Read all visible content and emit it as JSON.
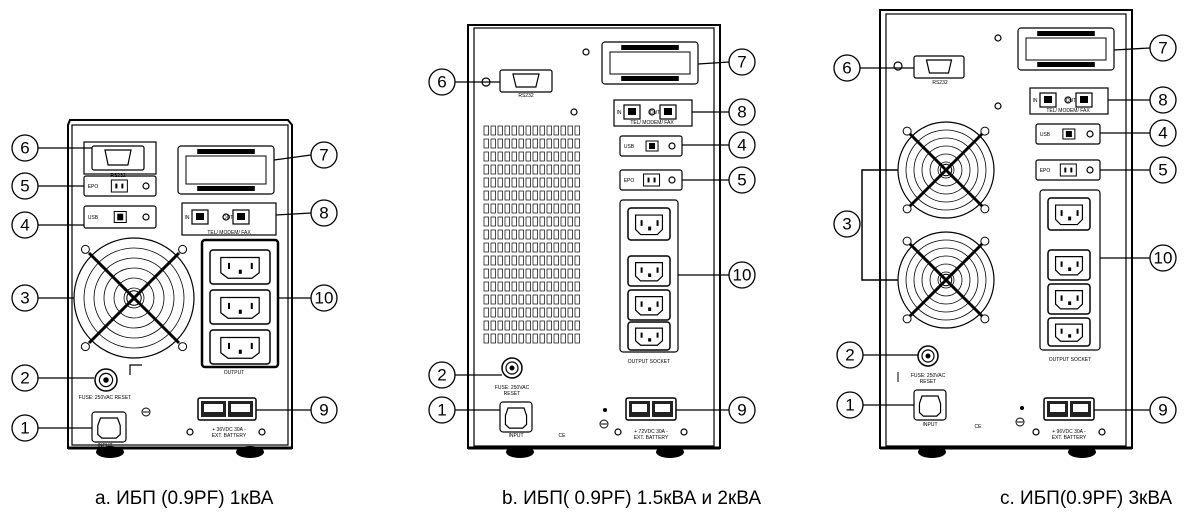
{
  "captions": {
    "a": "a. ИБП (0.9PF) 1кВА",
    "b": "b. ИБП( 0.9PF) 1.5кВА и 2кВА",
    "c": "c. ИБП(0.9PF) 3кВА"
  },
  "callouts": [
    "1",
    "2",
    "3",
    "4",
    "5",
    "6",
    "7",
    "8",
    "9",
    "10"
  ],
  "panel_labels": {
    "rs232": "RS232",
    "epo": "EPO",
    "usb": "USB",
    "tel": "TEL/ MODEM/ FAX",
    "in": "IN",
    "out": "OUT",
    "output": "OUTPUT",
    "output_socket": "OUTPUT SOCKET",
    "fuse_a": "FUSE: 250VAC RESET",
    "fuse_bc_1": "FUSE: 250VAC",
    "fuse_bc_2": "RESET",
    "input": "INPUT",
    "battery_1kva_1": "+ 36VDC 30A -",
    "battery_1kva_2": "EXT. BATTERY",
    "battery_2kva_1": "+ 72VDC 30A -",
    "battery_3kva_1": "+ 96VDC 30A -",
    "battery_2": "EXT. BATTERY",
    "ce": "CE"
  }
}
